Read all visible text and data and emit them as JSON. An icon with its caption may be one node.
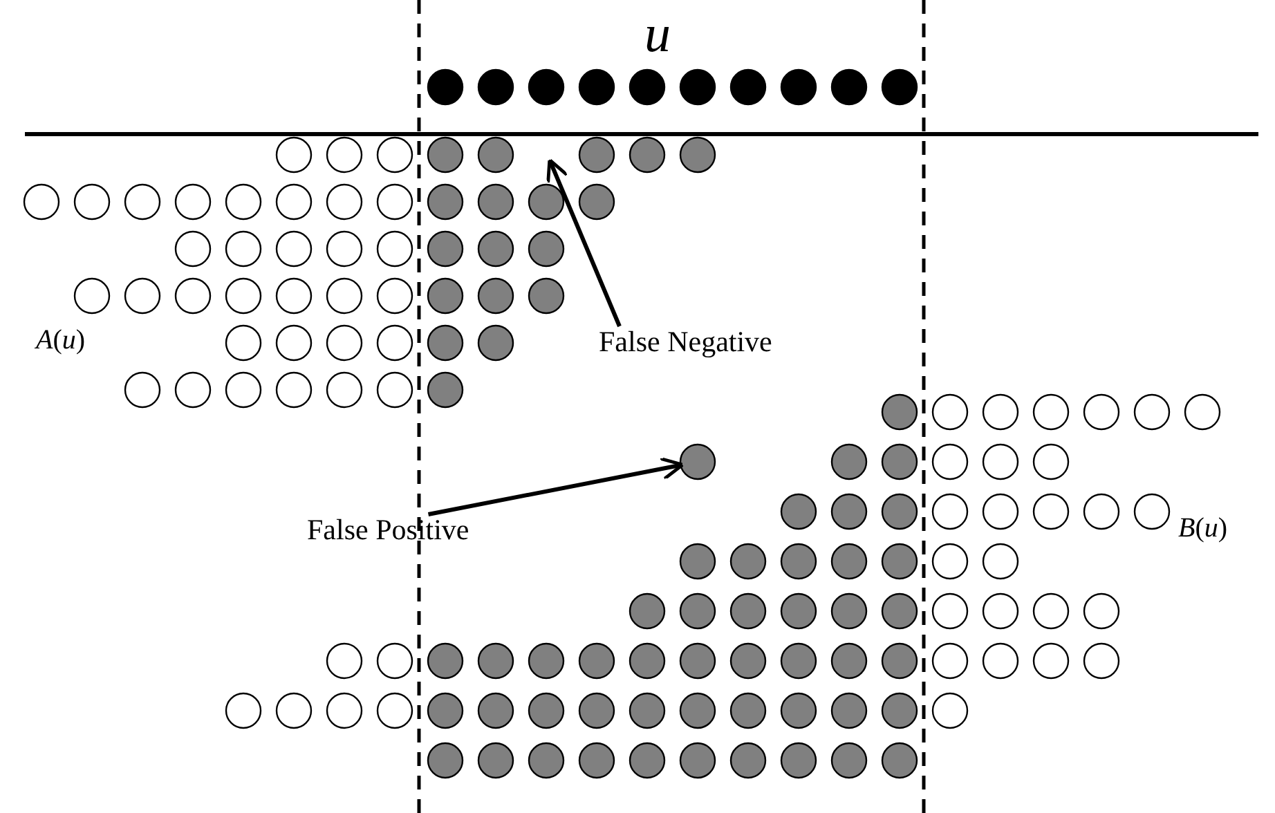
{
  "diagram": {
    "nodes": [
      {
        "text": [
          "False Negative"
        ]
      },
      {
        "text": [
          "False Positive"
        ]
      },
      {
        "text": [],
        "shape": "circle"
      }
    ],
    "edges": [
      {
        "from": 0,
        "to": null,
        "arrow": "to"
      },
      {
        "from": 1,
        "to": 2,
        "arrow": "to"
      }
    ],
    "labels": [
      "u",
      "*A*(*u*)",
      "*B*(*u*)"
    ]
  }
}
